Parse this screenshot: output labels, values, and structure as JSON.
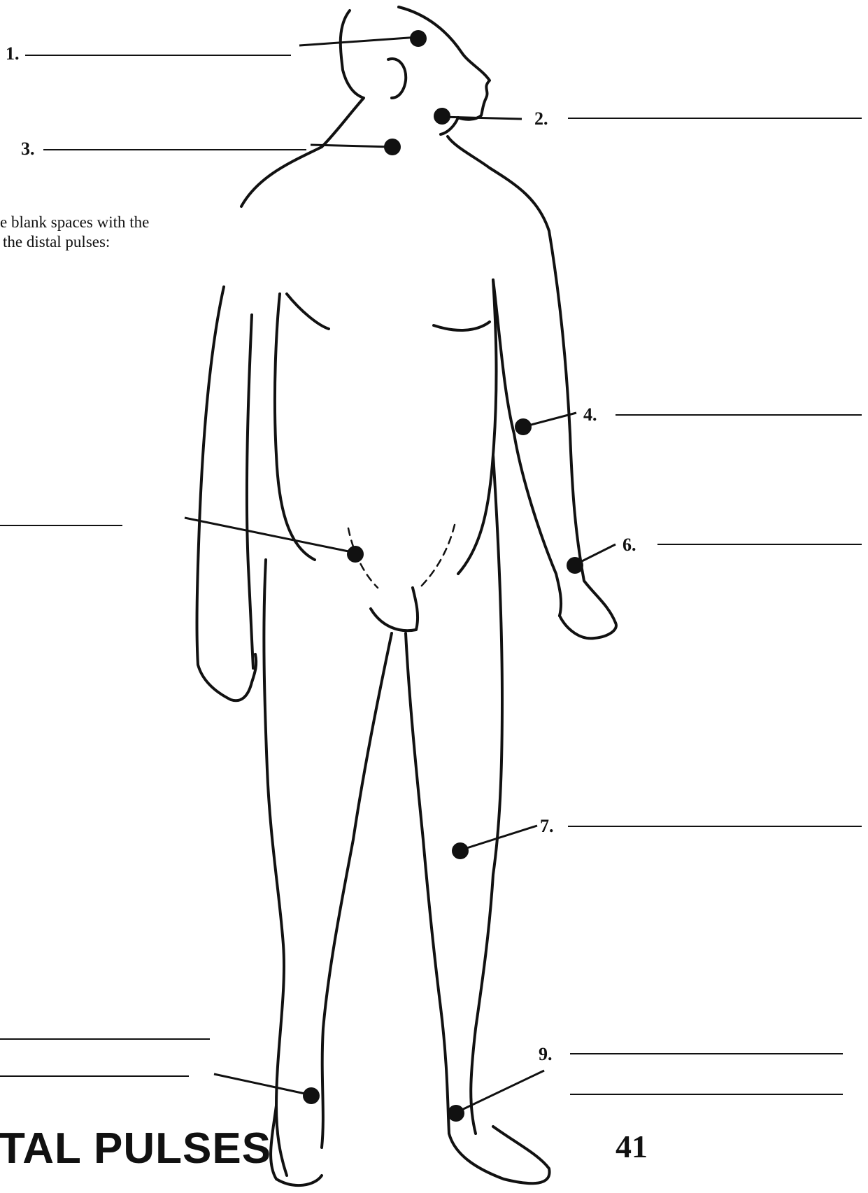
{
  "instructions": {
    "line1": "e blank spaces with the",
    "line2": "the distal pulses:"
  },
  "labels": {
    "l1": "1.",
    "l2": "2.",
    "l3": "3.",
    "l4": "4.",
    "l6": "6.",
    "l7": "7.",
    "l9": "9."
  },
  "footer": {
    "title": "TAL PULSES",
    "page_number": "41"
  }
}
